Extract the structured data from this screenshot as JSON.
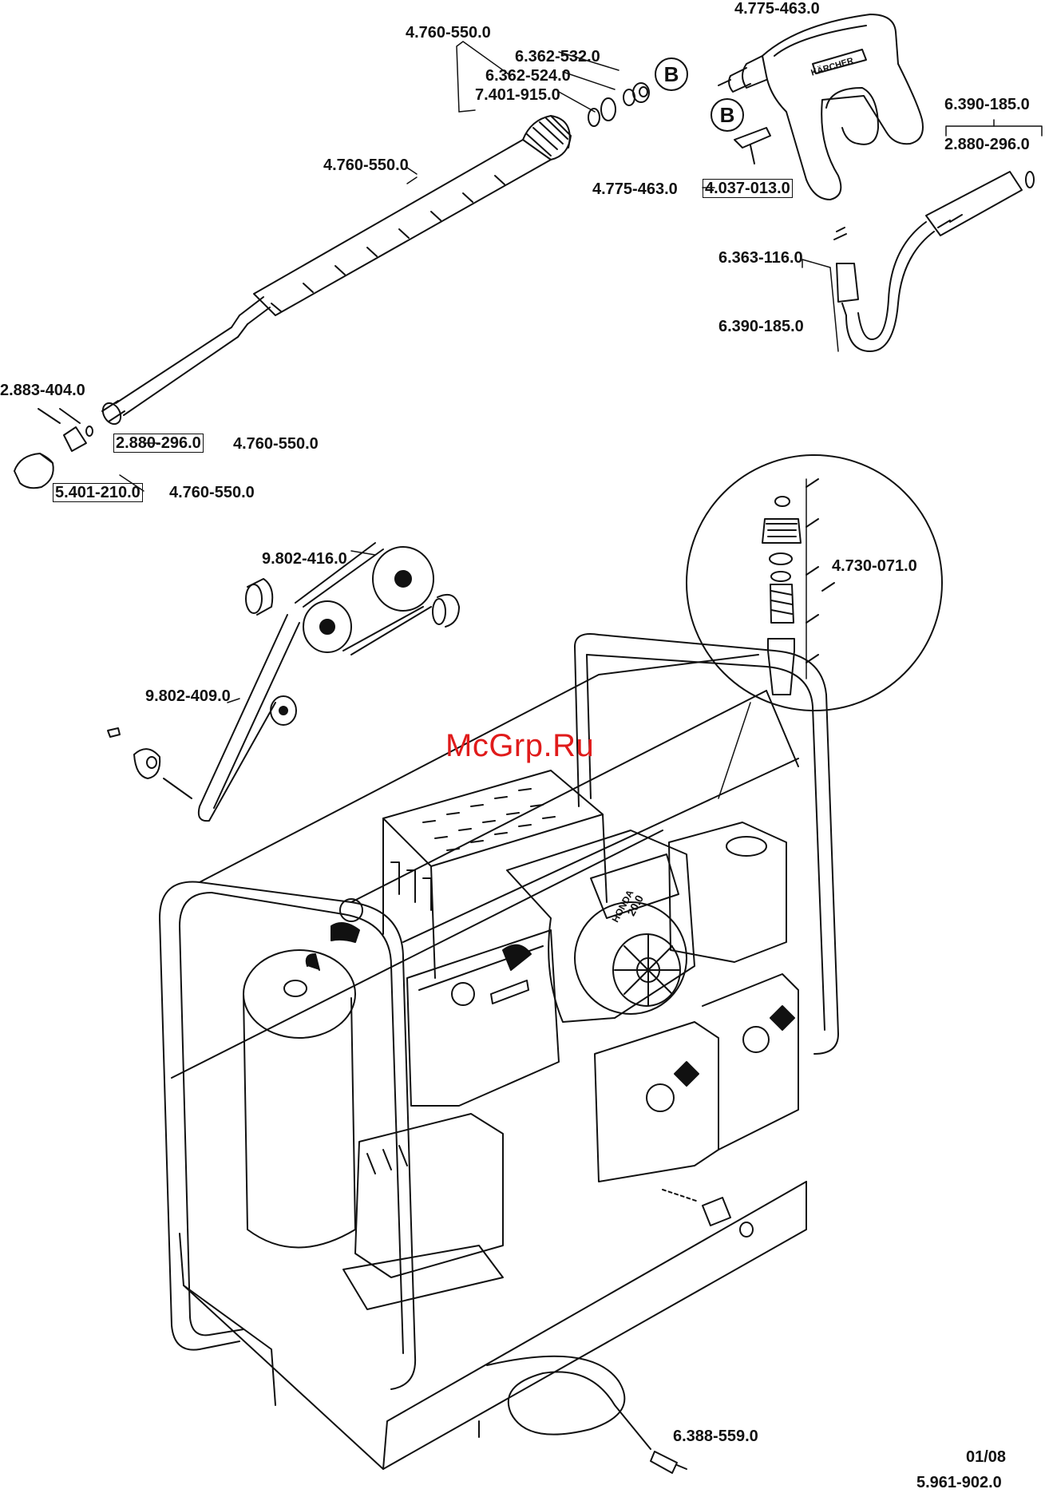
{
  "watermark": "McGrp.Ru",
  "footer": {
    "date": "01/08",
    "doc_number": "5.961-902.0"
  },
  "labels": {
    "lance_assembly_top": "4.760-550.0",
    "screw_joint": "6.362-532.0",
    "washer": "6.362-524.0",
    "o_ring": "7.401-915.0",
    "lance_grip": "4.760-550.0",
    "trigger_gun": "4.775-463.0",
    "hose_assembly_gun": "6.390-185.0",
    "gun_nipple": "2.880-296.0",
    "gun_ref": "4.775-463.0",
    "trigger_guard": "4.037-013.0",
    "swivel": "6.363-116.0",
    "gun_hose": "6.390-185.0",
    "nozzle_holder": "2.883-404.0",
    "nozzle_nipple": "2.880-296.0",
    "nozzle_nipple_ref": "4.760-550.0",
    "nozzle_cap": "5.401-210.0",
    "nozzle_cap_ref": "4.760-550.0",
    "belt_pulley": "9.802-416.0",
    "v_belt": "9.802-409.0",
    "filter_assembly": "4.730-071.0",
    "suction_hose": "6.388-559.0"
  },
  "callouts": {
    "b_top": "B",
    "b_gun": "B"
  },
  "printed_marks": {
    "brand_on_gun": "KÄRCHER",
    "engine_brand": "HONDA",
    "engine_rating": "20.0"
  }
}
